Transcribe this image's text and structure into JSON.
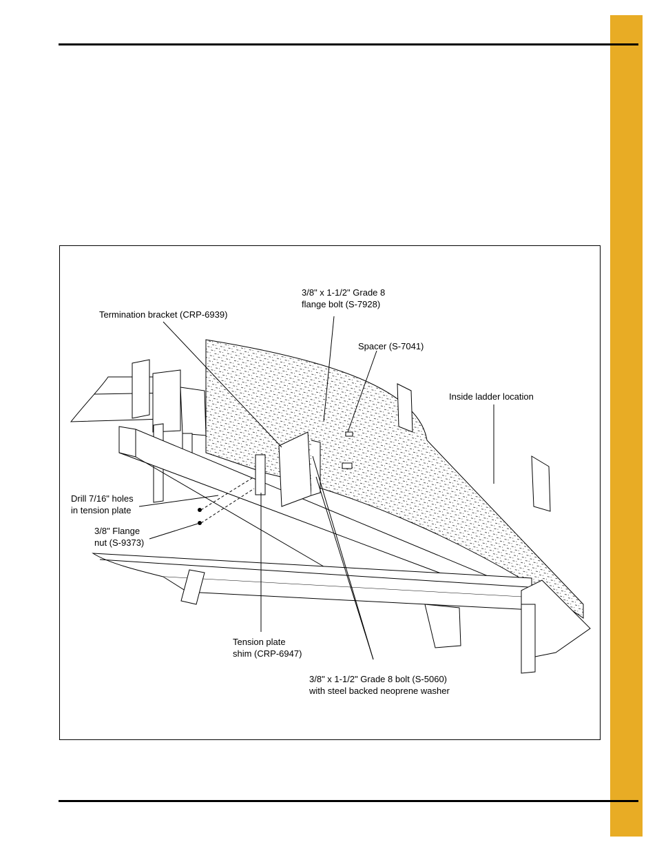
{
  "figure": {
    "callouts": {
      "flange_bolt": "3/8\" x 1-1/2\" Grade 8\nflange bolt (S-7928)",
      "termination_bracket": "Termination bracket (CRP-6939)",
      "spacer": "Spacer (S-7041)",
      "inside_ladder": "Inside ladder location",
      "drill_holes": "Drill 7/16\" holes\nin tension plate",
      "flange_nut": "3/8\" Flange\nnut (S-9373)",
      "tension_shim": "Tension plate\nshim (CRP-6947)",
      "grade8_bolt": "3/8\" x 1-1/2\" Grade 8 bolt (S-5060)\nwith steel backed neoprene washer"
    }
  },
  "colors": {
    "side_tab": "#e8ac25",
    "rules": "#000000"
  }
}
